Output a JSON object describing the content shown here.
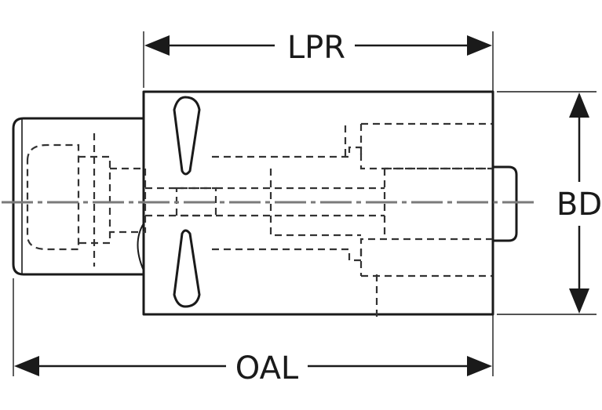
{
  "diagram": {
    "dimensions": {
      "lpr_label": "LPR",
      "bd_label": "BD",
      "oal_label": "OAL"
    },
    "colors": {
      "body_fill": "#c9c9c9",
      "line": "#1a1a1a",
      "centerline": "#7a7a7a"
    }
  }
}
